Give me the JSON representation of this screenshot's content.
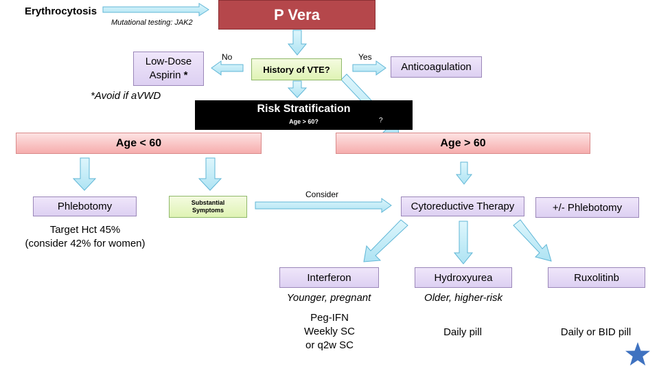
{
  "top": {
    "erythrocytosis": "Erythrocytosis",
    "mutational_testing": "Mutational testing: JAK2",
    "title": "P Vera"
  },
  "vte": {
    "question": "History of VTE?",
    "no_label": "No",
    "yes_label": "Yes",
    "aspirin_line1": "Low-Dose",
    "aspirin_line2": "Aspirin",
    "aspirin_star": "*",
    "avoid_note": "*Avoid if aVWD",
    "anticoagulation": "Anticoagulation",
    "question_mark": "?"
  },
  "risk": {
    "title": "Risk Stratification",
    "subtitle": "Age > 60?"
  },
  "young": {
    "label": "Age < 60",
    "phlebotomy": "Phlebotomy",
    "target_line1": "Target Hct 45%",
    "target_line2": "(consider 42% for women)",
    "symptoms_line1": "Substantial",
    "symptoms_line2": "Symptoms",
    "consider": "Consider"
  },
  "old": {
    "label": "Age > 60",
    "cytoreductive": "Cytoreductive Therapy",
    "phlebotomy": "+/- Phlebotomy"
  },
  "therapies": [
    {
      "name": "Interferon",
      "note": "Younger, pregnant",
      "details": [
        "Peg-IFN",
        "Weekly SC",
        "or q2w SC"
      ]
    },
    {
      "name": "Hydroxyurea",
      "note": "Older, higher-risk",
      "details": [
        "Daily pill"
      ]
    },
    {
      "name": "Ruxolitinb",
      "note": "",
      "details": [
        "Daily or BID pill"
      ]
    }
  ],
  "colors": {
    "title_red": "#b5474b",
    "arrow_fill": "#c3ecf7",
    "arrow_stroke": "#5fb6d6",
    "risk_black": "#000000",
    "star": "#3f72c0"
  },
  "icons": {
    "corner": "star-icon"
  }
}
